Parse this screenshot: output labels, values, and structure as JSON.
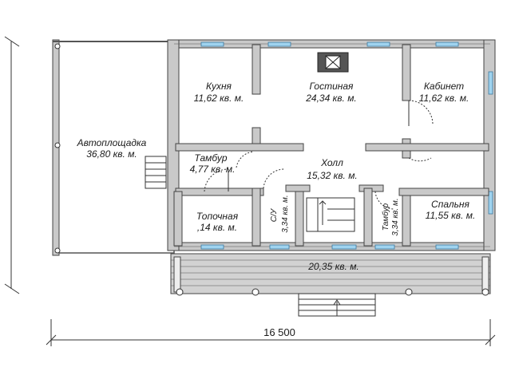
{
  "rooms": [
    {
      "id": "kitchen",
      "name": "Кухня",
      "area": "11,62 кв. м."
    },
    {
      "id": "living",
      "name": "Гостиная",
      "area": "24,34 кв. м."
    },
    {
      "id": "office",
      "name": "Кабинет",
      "area": "11,62 кв. м."
    },
    {
      "id": "carport",
      "name": "Автоплощадка",
      "area": "36,80 кв. м."
    },
    {
      "id": "vestibule-left",
      "name": "Тамбур",
      "area": "4,77 кв. м."
    },
    {
      "id": "hall",
      "name": "Холл",
      "area": "15,32 кв. м."
    },
    {
      "id": "boiler",
      "name": "Топочная",
      "area": ",14 кв. м."
    },
    {
      "id": "wc",
      "name": "С/У",
      "area": "3,34 кв. м."
    },
    {
      "id": "vestibule-right",
      "name": "Тамбур",
      "area": "3,34 кв. м."
    },
    {
      "id": "bedroom",
      "name": "Спальня",
      "area": "11,55 кв. м."
    }
  ],
  "terrace": {
    "area": "20,35 кв. м."
  },
  "dimension": {
    "width": "16 500"
  },
  "colors": {
    "wall": "#c9c9c9",
    "window": "#9fd3ef",
    "line": "#333333"
  }
}
